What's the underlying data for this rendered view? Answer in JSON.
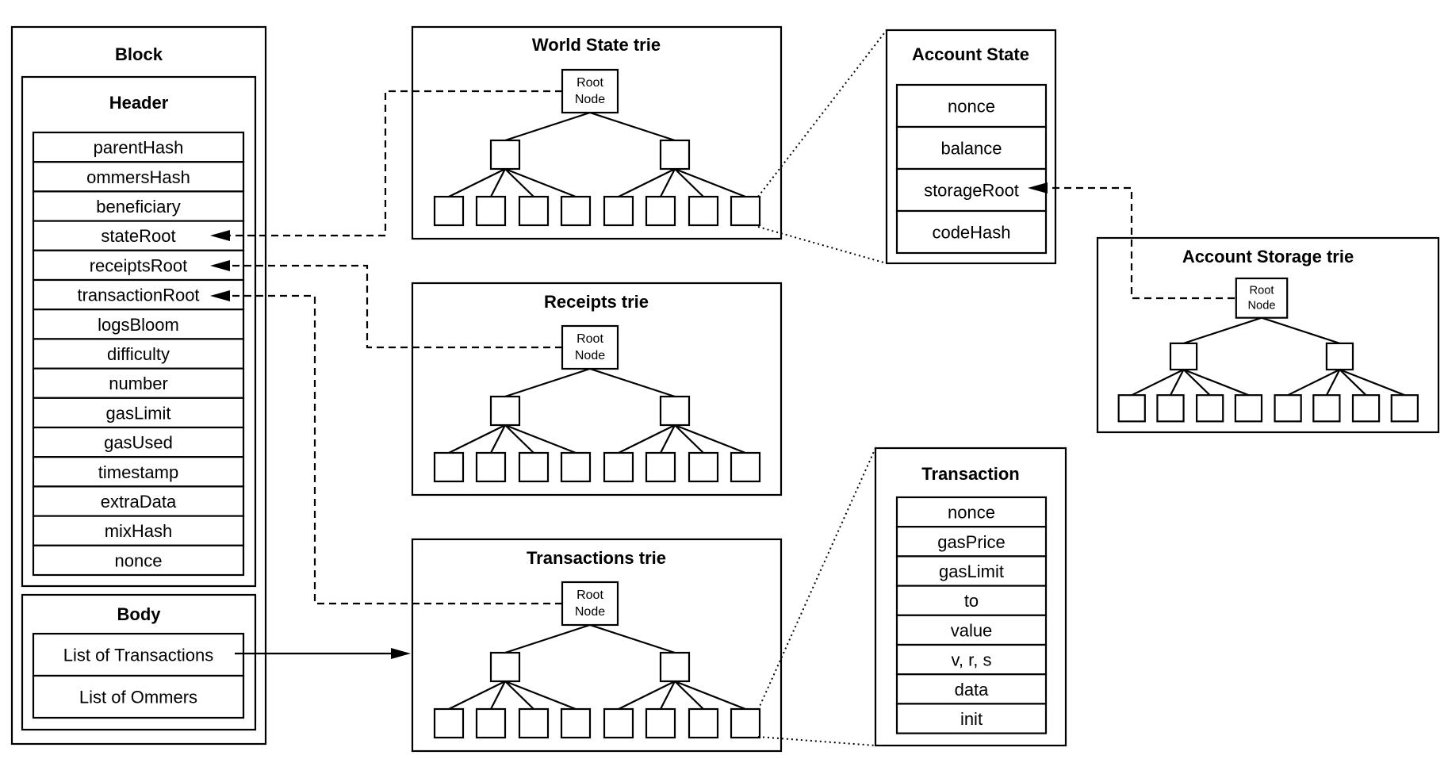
{
  "block": {
    "title": "Block",
    "header": {
      "title": "Header",
      "fields": [
        "parentHash",
        "ommersHash",
        "beneficiary",
        "stateRoot",
        "receiptsRoot",
        "transactionRoot",
        "logsBloom",
        "difficulty",
        "number",
        "gasLimit",
        "gasUsed",
        "timestamp",
        "extraData",
        "mixHash",
        "nonce"
      ]
    },
    "body": {
      "title": "Body",
      "fields": [
        "List of Transactions",
        "List of Ommers"
      ]
    }
  },
  "tries": [
    {
      "id": "world-state-trie",
      "title": "World State trie",
      "root_label": [
        "Root",
        "Node"
      ]
    },
    {
      "id": "receipts-trie",
      "title": "Receipts trie",
      "root_label": [
        "Root",
        "Node"
      ]
    },
    {
      "id": "transactions-trie",
      "title": "Transactions trie",
      "root_label": [
        "Root",
        "Node"
      ]
    },
    {
      "id": "account-storage-trie",
      "title": "Account Storage trie",
      "root_label": [
        "Root",
        "Node"
      ]
    }
  ],
  "account_state": {
    "title": "Account State",
    "fields": [
      "nonce",
      "balance",
      "storageRoot",
      "codeHash"
    ]
  },
  "transaction": {
    "title": "Transaction",
    "fields": [
      "nonce",
      "gasPrice",
      "gasLimit",
      "to",
      "value",
      "v, r, s",
      "data",
      "init"
    ]
  }
}
